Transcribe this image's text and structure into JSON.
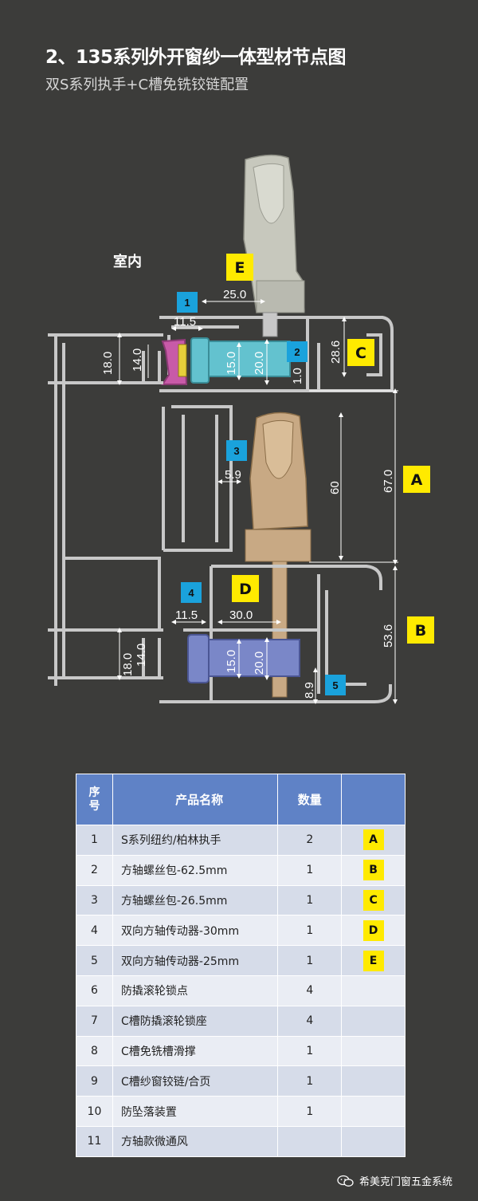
{
  "header": {
    "title": "2、135系列外开窗纱一体型材节点图",
    "subtitle": "双S系列执手+C槽免铣铰链配置"
  },
  "diagram": {
    "indoor_label": "室内",
    "yellow_labels": [
      "A",
      "B",
      "C",
      "D",
      "E"
    ],
    "blue_labels": [
      "1",
      "2",
      "3",
      "4",
      "5"
    ],
    "dims": {
      "d_25_0": "25.0",
      "d_11_5_top": "11.5",
      "d_18_0_top": "18.0",
      "d_14_0_top": "14.0",
      "d_15_0_top": "15.0",
      "d_20_0_top": "20.0",
      "d_1_0": "1.0",
      "d_28_6": "28.6",
      "d_5_9": "5.9",
      "d_60": "60",
      "d_67_0": "67.0",
      "d_11_5_bot": "11.5",
      "d_30_0": "30.0",
      "d_53_6": "53.6",
      "d_18_0_bot": "18.0",
      "d_14_0_bot": "14.0",
      "d_15_0_bot": "15.0",
      "d_20_0_bot": "20.0",
      "d_8_9": "8.9"
    },
    "colors": {
      "profile": "#c8c8c8",
      "handle_upper": "#c7c8bd",
      "handle_lower": "#c8a984",
      "transmission_upper": "#63c2cf",
      "transmission_lower": "#7a87c8",
      "lock_pink": "#c85aa8",
      "yellow_label": "#ffea00",
      "blue_label": "#1aa2dc"
    }
  },
  "table": {
    "headers": {
      "no": "序号",
      "name": "产品名称",
      "qty": "数量"
    },
    "rows": [
      {
        "no": "1",
        "name": "S系列纽约/柏林执手",
        "qty": "2",
        "tag": "A"
      },
      {
        "no": "2",
        "name": "方轴螺丝包-62.5mm",
        "qty": "1",
        "tag": "B"
      },
      {
        "no": "3",
        "name": "方轴螺丝包-26.5mm",
        "qty": "1",
        "tag": "C"
      },
      {
        "no": "4",
        "name": "双向方轴传动器-30mm",
        "qty": "1",
        "tag": "D"
      },
      {
        "no": "5",
        "name": "双向方轴传动器-25mm",
        "qty": "1",
        "tag": "E"
      },
      {
        "no": "6",
        "name": "防撬滚轮锁点",
        "qty": "4",
        "tag": ""
      },
      {
        "no": "7",
        "name": "C槽防撬滚轮锁座",
        "qty": "4",
        "tag": ""
      },
      {
        "no": "8",
        "name": "C槽免铣槽滑撑",
        "qty": "1",
        "tag": ""
      },
      {
        "no": "9",
        "name": "C槽纱窗铰链/合页",
        "qty": "1",
        "tag": ""
      },
      {
        "no": "10",
        "name": "防坠落装置",
        "qty": "1",
        "tag": ""
      },
      {
        "no": "11",
        "name": "方轴款微通风",
        "qty": "",
        "tag": ""
      }
    ]
  },
  "footer": {
    "brand": "希美克门窗五金系统",
    "icon": "wechat-icon"
  }
}
